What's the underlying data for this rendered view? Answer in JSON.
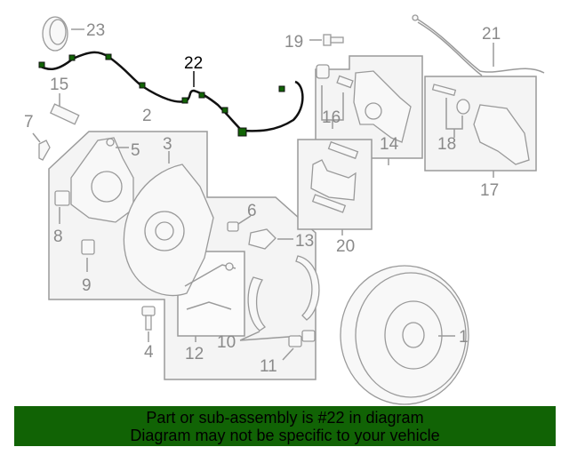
{
  "diagram": {
    "highlighted_part": "22",
    "highlight_color": "#116305",
    "labels": {
      "p1": "1",
      "p2": "2",
      "p3": "3",
      "p4": "4",
      "p5": "5",
      "p6": "6",
      "p7": "7",
      "p8": "8",
      "p9": "9",
      "p10": "10",
      "p11": "11",
      "p12": "12",
      "p13": "13",
      "p14": "14",
      "p15": "15",
      "p16": "16",
      "p17": "17",
      "p18": "18",
      "p19": "19",
      "p20": "20",
      "p21": "21",
      "p22": "22",
      "p23": "23"
    }
  },
  "banner": {
    "line1": "Part or sub-assembly is #22 in diagram",
    "line2": "Diagram may not be specific to your vehicle",
    "background": "#116305"
  }
}
